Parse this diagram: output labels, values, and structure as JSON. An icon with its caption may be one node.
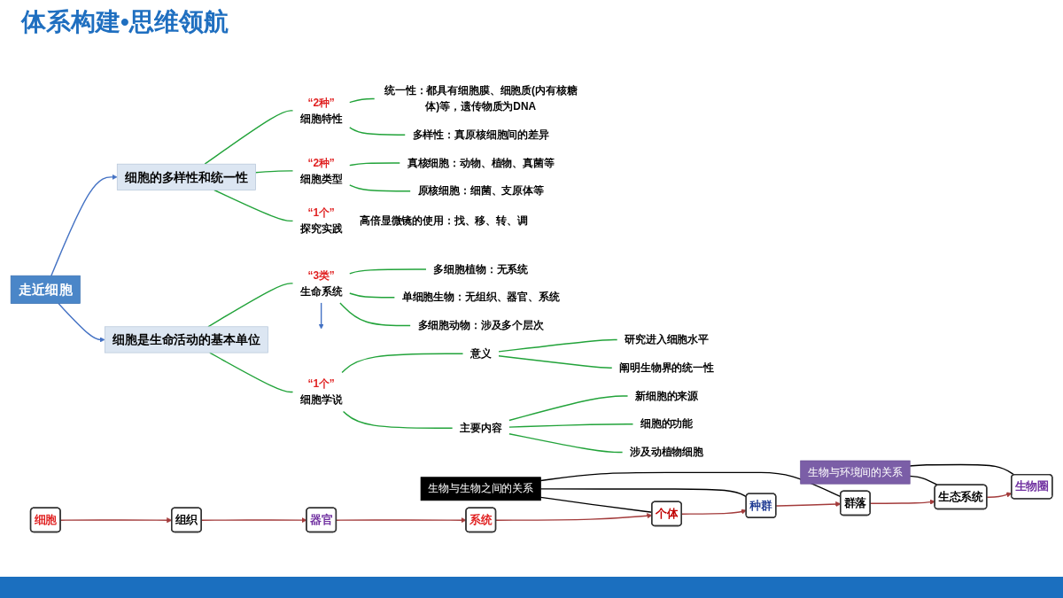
{
  "diagram": {
    "title": "体系构建•思维领航",
    "nodes": [
      {
        "text": [
          "走近细胞"
        ]
      },
      {
        "text": [
          "细胞是生命活动的基本单位"
        ]
      },
      {
        "text": [
          "细胞的多样性和统一性"
        ]
      },
      {
        "text": [
          "“1个”",
          "细胞学说"
        ]
      },
      {
        "text": [
          "主要内容"
        ]
      },
      {
        "text": [
          "涉及动植物细胞"
        ]
      },
      {
        "text": [
          "细胞的功能"
        ]
      },
      {
        "text": [
          "新细胞的来源"
        ]
      },
      {
        "text": [
          "意义"
        ]
      },
      {
        "text": [
          "阐明生物界的统一性"
        ]
      },
      {
        "text": [
          "研究进入细胞水平"
        ]
      },
      {
        "text": [
          "“3类”",
          "生命系统"
        ]
      },
      {
        "text": [
          "多细胞动物：涉及多个层次"
        ]
      },
      {
        "text": [
          "单细胞生物：无组织、器官、系统"
        ]
      },
      {
        "text": [
          "多细胞植物：无系统"
        ]
      },
      {
        "text": [
          "“1个”",
          "探究实践"
        ],
        "beside": [
          "高倍显微镜的使用：找、移、转、调"
        ]
      },
      {
        "text": [
          "“2种”",
          "细胞类型"
        ]
      },
      {
        "text": [
          "原核细胞：细菌、支原体等"
        ]
      },
      {
        "text": [
          "真核细胞：动物、植物、真菌等"
        ]
      },
      {
        "text": [
          "“2种”",
          "细胞特性"
        ]
      },
      {
        "text": [
          "多样性：真原核细胞间的差异"
        ]
      },
      {
        "text": [
          "统一性：都具有细胞膜、细胞质(内有核糖体)等，遗传物质为DNA"
        ]
      },
      {
        "text": [
          "生物与生物之间的关系"
        ]
      },
      {
        "text": [
          "生物与环境间的关系"
        ]
      },
      {
        "text": [
          "细胞"
        ]
      },
      {
        "text": [
          "组织"
        ]
      },
      {
        "text": [
          "器官"
        ]
      },
      {
        "text": [
          "系统"
        ]
      },
      {
        "text": [
          "个体"
        ]
      },
      {
        "text": [
          "种群"
        ]
      },
      {
        "text": [
          "群落"
        ]
      },
      {
        "text": [
          "生态系统"
        ]
      },
      {
        "text": [
          "生物圈"
        ]
      }
    ],
    "edges": [
      {
        "from": 0,
        "to": 1,
        "arrow": "to",
        "color": "#4472c4"
      },
      {
        "from": 0,
        "to": 2,
        "arrow": "to",
        "color": "#4472c4"
      },
      {
        "from": 1,
        "to": 3,
        "arrow": "none"
      },
      {
        "from": 1,
        "to": 11,
        "arrow": "none"
      },
      {
        "from": 3,
        "to": 4,
        "arrow": "none"
      },
      {
        "from": 3,
        "to": 8,
        "arrow": "none"
      },
      {
        "from": 4,
        "to": 5,
        "arrow": "none"
      },
      {
        "from": 4,
        "to": 6,
        "arrow": "none"
      },
      {
        "from": 4,
        "to": 7,
        "arrow": "none"
      },
      {
        "from": 8,
        "to": 9,
        "arrow": "none"
      },
      {
        "from": 8,
        "to": 10,
        "arrow": "none"
      },
      {
        "from": 11,
        "to": 12,
        "arrow": "none"
      },
      {
        "from": 11,
        "to": 13,
        "arrow": "none"
      },
      {
        "from": 11,
        "to": 14,
        "arrow": "none"
      },
      {
        "from": 11,
        "to": null,
        "arrow": "to",
        "color": "#4472c4"
      },
      {
        "from": 2,
        "to": 15,
        "arrow": "none"
      },
      {
        "from": 2,
        "to": 16,
        "arrow": "none"
      },
      {
        "from": 2,
        "to": 19,
        "arrow": "none"
      },
      {
        "from": 16,
        "to": 17,
        "arrow": "none"
      },
      {
        "from": 16,
        "to": 18,
        "arrow": "none"
      },
      {
        "from": 19,
        "to": 20,
        "arrow": "none"
      },
      {
        "from": 19,
        "to": 21,
        "arrow": "none"
      },
      {
        "from": 22,
        "to": 28,
        "arrow": "none",
        "color": "#000000"
      },
      {
        "from": 22,
        "to": 29,
        "arrow": "none",
        "color": "#000000"
      },
      {
        "from": 22,
        "to": 30,
        "arrow": "none",
        "color": "#000000"
      },
      {
        "from": 23,
        "to": 31,
        "arrow": "none",
        "color": "#000000"
      },
      {
        "from": 23,
        "to": 32,
        "arrow": "none",
        "color": "#000000"
      },
      {
        "from": 24,
        "to": 25,
        "arrow": "to",
        "color": "#a33b3b"
      },
      {
        "from": 25,
        "to": 26,
        "arrow": "to",
        "color": "#a33b3b"
      },
      {
        "from": 26,
        "to": 27,
        "arrow": "to",
        "color": "#a33b3b"
      },
      {
        "from": 27,
        "to": 28,
        "arrow": "to",
        "color": "#a33b3b"
      },
      {
        "from": 28,
        "to": 29,
        "arrow": "to",
        "color": "#a33b3b"
      },
      {
        "from": 29,
        "to": 30,
        "arrow": "to",
        "color": "#a33b3b"
      },
      {
        "from": 30,
        "to": 31,
        "arrow": "to",
        "color": "#a33b3b"
      },
      {
        "from": 31,
        "to": 32,
        "arrow": "to",
        "color": "#a33b3b"
      }
    ]
  }
}
